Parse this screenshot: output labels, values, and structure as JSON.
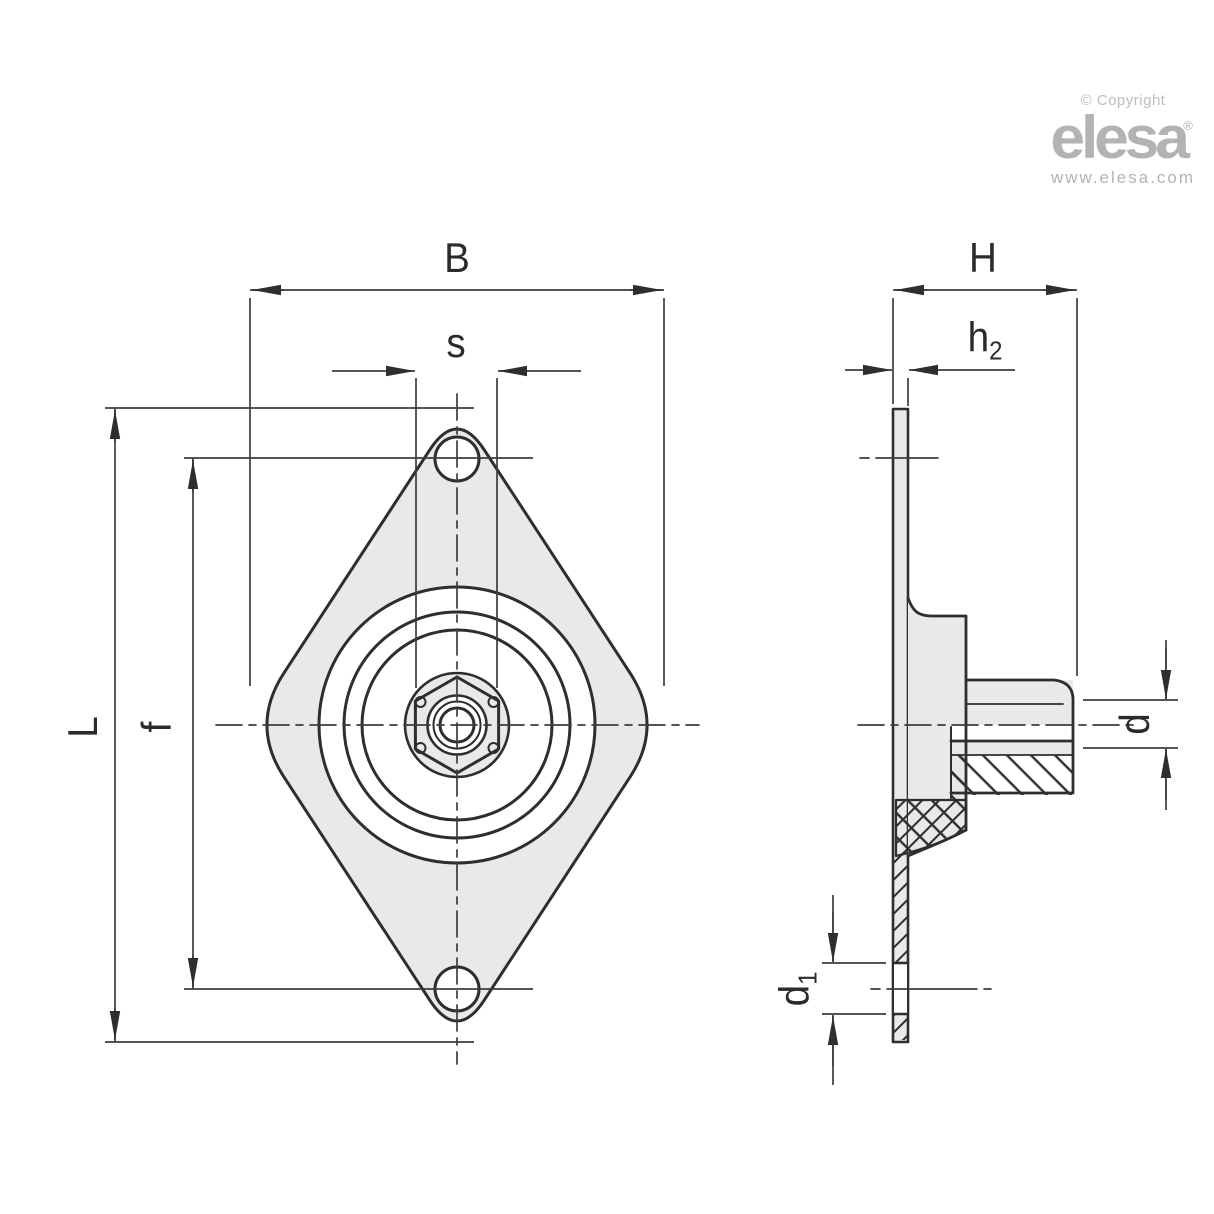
{
  "document": {
    "kind": "technical-drawing",
    "views": {
      "front_view": "flange front view with two mounting holes and central hex boss",
      "side_view": "half-sectioned side view with threaded bushing"
    }
  },
  "branding": {
    "copyright": "© Copyright",
    "logo": "elesa",
    "registered": "®",
    "website": "www.elesa.com"
  },
  "dimensions": {
    "B": "B",
    "s": "s",
    "H": "H",
    "h2": {
      "base": "h",
      "sub": "2"
    },
    "L": "L",
    "f": "f",
    "d": "d",
    "d1": {
      "base": "d",
      "sub": "1"
    }
  },
  "colors": {
    "line": "#2e2e2e",
    "dim_line": "#3d3d3d",
    "fill_gray": "#e9e9e9",
    "logo_gray": "#b3b3b3",
    "background": "#ffffff"
  }
}
